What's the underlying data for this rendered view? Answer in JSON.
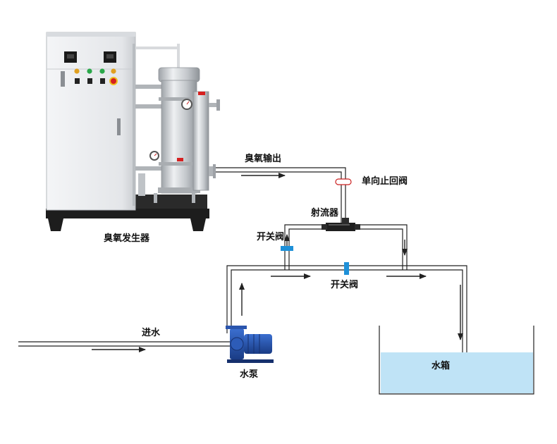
{
  "labels": {
    "ozone_output": "臭氧输出",
    "check_valve": "单向止回阀",
    "ejector": "射流器",
    "switch_valve_top": "开关阀",
    "switch_valve_mid": "开关阀",
    "ozone_generator": "臭氧发生器",
    "water_in": "进水",
    "pump": "水泵",
    "water_tank": "水箱"
  },
  "colors": {
    "pipe": "#222222",
    "valve_blue": "#1e90d8",
    "pump_blue": "#2350a8",
    "water": "#bfe3f6",
    "check_valve_red": "#cc2222",
    "cabinet": "#e9ebee",
    "steel": "#c9ccd0"
  }
}
